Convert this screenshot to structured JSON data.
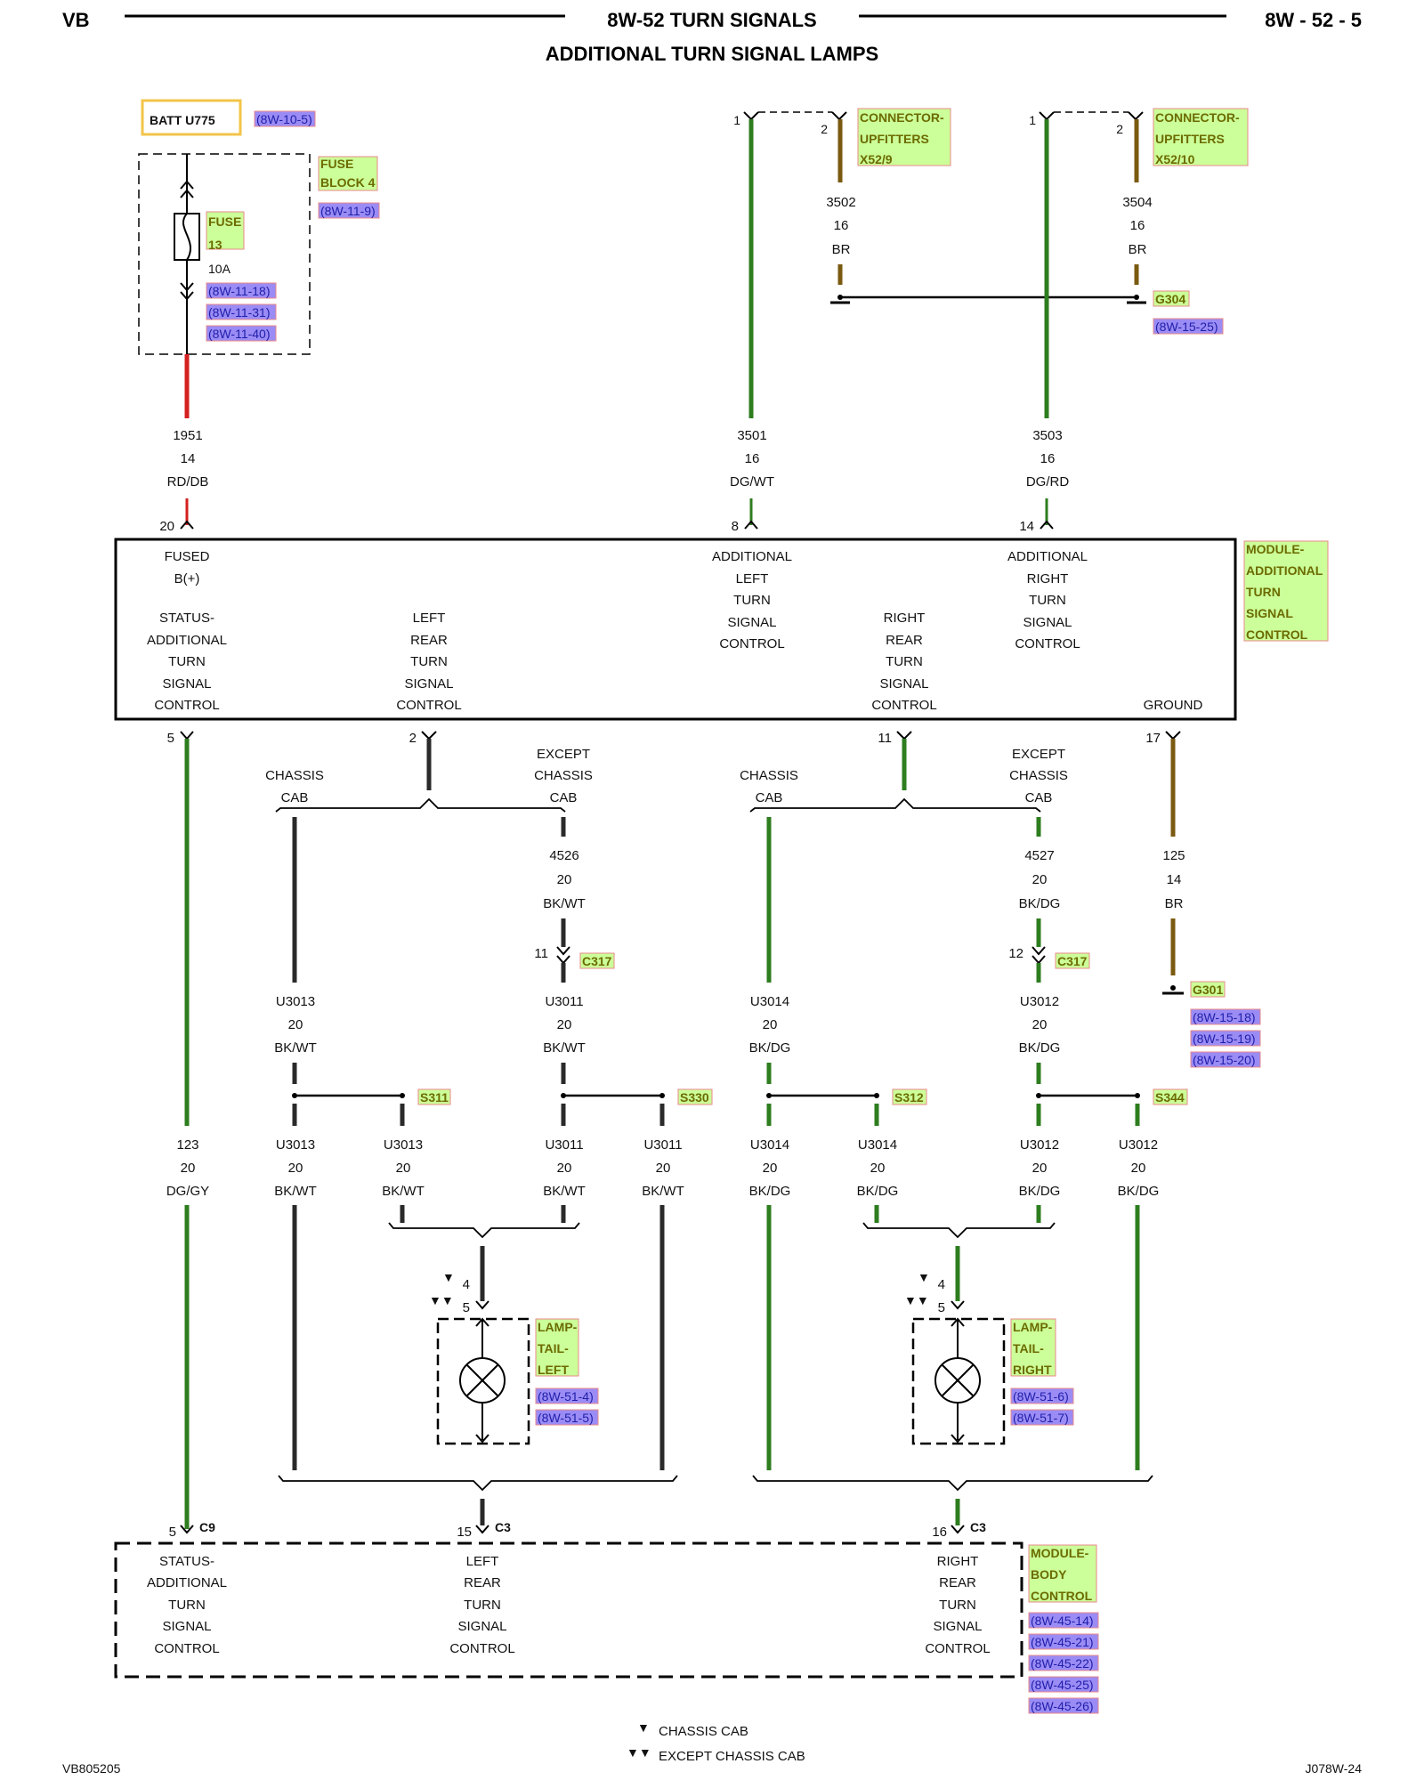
{
  "header": {
    "left": "VB",
    "title": "8W-52 TURN SIGNALS",
    "page": "8W - 52 - 5",
    "subtitle": "ADDITIONAL TURN SIGNAL LAMPS"
  },
  "footer": {
    "left": "VB805205",
    "right": "J078W-24"
  },
  "legend": {
    "single": "CHASSIS CAB",
    "double": "EXCEPT CHASSIS CAB"
  },
  "colors": {
    "rd_db": "#d42020",
    "dg": "#2e7d1f",
    "br": "#7a5a10",
    "bk": "#2a2a2a",
    "label_fill": "#ccff99",
    "label_stroke": "#e88a8a",
    "ref_fill": "#9b8cf5",
    "batt_border": "#f3c44a"
  },
  "top": {
    "batt": "BATT U775",
    "batt_ref": "(8W-10-5)",
    "fuse_block": [
      "FUSE",
      "BLOCK 4"
    ],
    "fuse_block_ref": "(8W-11-9)",
    "fuse": [
      "FUSE",
      "13"
    ],
    "fuse_rating": "10A",
    "fuse_refs": [
      "(8W-11-18)",
      "(8W-11-31)",
      "(8W-11-40)"
    ],
    "conn1": [
      "CONNECTOR-",
      "UPFITTERS",
      "X52/9"
    ],
    "conn2": [
      "CONNECTOR-",
      "UPFITTERS",
      "X52/10"
    ],
    "conn_pin1": "1",
    "conn_pin2": "2",
    "wire_3502": [
      "3502",
      "16",
      "BR"
    ],
    "wire_3504": [
      "3504",
      "16",
      "BR"
    ],
    "g304": "G304",
    "g304_ref": "(8W-15-25)",
    "wire_1951": [
      "1951",
      "14",
      "RD/DB"
    ],
    "wire_3501": [
      "3501",
      "16",
      "DG/WT"
    ],
    "wire_3503": [
      "3503",
      "16",
      "DG/RD"
    ],
    "pin_20": "20",
    "pin_8": "8",
    "pin_14": "14"
  },
  "module": {
    "fused": [
      "FUSED",
      "B(+)"
    ],
    "add_left": [
      "ADDITIONAL",
      "LEFT",
      "TURN",
      "SIGNAL",
      "CONTROL"
    ],
    "add_right": [
      "ADDITIONAL",
      "RIGHT",
      "TURN",
      "SIGNAL",
      "CONTROL"
    ],
    "status": [
      "STATUS-",
      "ADDITIONAL",
      "TURN",
      "SIGNAL",
      "CONTROL"
    ],
    "left_rear": [
      "LEFT",
      "REAR",
      "TURN",
      "SIGNAL",
      "CONTROL"
    ],
    "right_rear": [
      "RIGHT",
      "REAR",
      "TURN",
      "SIGNAL",
      "CONTROL"
    ],
    "ground": "GROUND",
    "name": [
      "MODULE-",
      "ADDITIONAL",
      "TURN",
      "SIGNAL",
      "CONTROL"
    ]
  },
  "lower": {
    "pin_5": "5",
    "pin_2": "2",
    "pin_11": "11",
    "pin_17": "17",
    "chassis_cab": [
      "CHASSIS",
      "CAB"
    ],
    "except_chassis_cab": [
      "EXCEPT",
      "CHASSIS",
      "CAB"
    ],
    "wire_4526": [
      "4526",
      "20",
      "BK/WT"
    ],
    "wire_4527": [
      "4527",
      "20",
      "BK/DG"
    ],
    "wire_125": [
      "125",
      "14",
      "BR"
    ],
    "c317": "C317",
    "c317_pin_l": "11",
    "c317_pin_r": "12",
    "g301": "G301",
    "g301_refs": [
      "(8W-15-18)",
      "(8W-15-19)",
      "(8W-15-20)"
    ],
    "u3013": [
      "U3013",
      "20",
      "BK/WT"
    ],
    "u3011": [
      "U3011",
      "20",
      "BK/WT"
    ],
    "u3014": [
      "U3014",
      "20",
      "BK/DG"
    ],
    "u3012": [
      "U3012",
      "20",
      "BK/DG"
    ],
    "s311": "S311",
    "s330": "S330",
    "s312": "S312",
    "s344": "S344",
    "wire_123": [
      "123",
      "20",
      "DG/GY"
    ],
    "lamp_pin4": "4",
    "lamp_pin5": "5",
    "lamp_left": [
      "LAMP-",
      "TAIL-",
      "LEFT"
    ],
    "lamp_left_refs": [
      "(8W-51-4)",
      "(8W-51-5)"
    ],
    "lamp_right": [
      "LAMP-",
      "TAIL-",
      "RIGHT"
    ],
    "lamp_right_refs": [
      "(8W-51-6)",
      "(8W-51-7)"
    ]
  },
  "bcm": {
    "c9_pin": "5",
    "c9": "C9",
    "c3_pin_l": "15",
    "c3_pin_r": "16",
    "c3": "C3",
    "status": [
      "STATUS-",
      "ADDITIONAL",
      "TURN",
      "SIGNAL",
      "CONTROL"
    ],
    "left_rear": [
      "LEFT",
      "REAR",
      "TURN",
      "SIGNAL",
      "CONTROL"
    ],
    "right_rear": [
      "RIGHT",
      "REAR",
      "TURN",
      "SIGNAL",
      "CONTROL"
    ],
    "name": [
      "MODULE-",
      "BODY",
      "CONTROL"
    ],
    "refs": [
      "(8W-45-14)",
      "(8W-45-21)",
      "(8W-45-22)",
      "(8W-45-25)",
      "(8W-45-26)"
    ]
  }
}
